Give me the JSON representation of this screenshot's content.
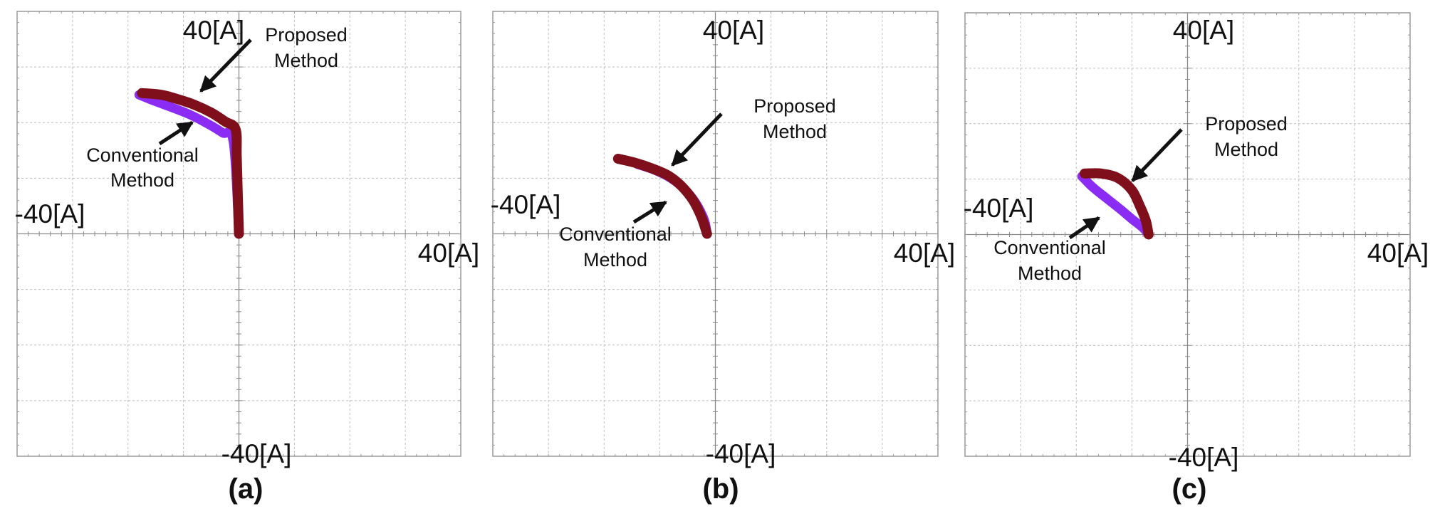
{
  "chart_data": [
    {
      "type": "scatter",
      "panel_label": "(a)",
      "axis_labels": {
        "top": "40[A]",
        "bottom": "-40[A]",
        "left": "-40[A]",
        "right": "40[A]"
      },
      "xlim": [
        -40,
        40
      ],
      "ylim": [
        -40,
        40
      ],
      "grid": true,
      "annotations": [
        {
          "text": [
            "Proposed",
            "Method"
          ],
          "target": "Proposed Method"
        },
        {
          "text": [
            "Conventional",
            "Method"
          ],
          "target": "Conventional Method"
        }
      ],
      "series": [
        {
          "name": "Conventional Method",
          "color": "#8b2cf5",
          "x": [
            -18,
            -15,
            -12,
            -9,
            -6,
            -3,
            -1,
            0
          ],
          "y": [
            25,
            23.8,
            22.7,
            21.5,
            20,
            18.2,
            16.5,
            0
          ]
        },
        {
          "name": "Proposed Method",
          "color": "#7f0f1a",
          "x": [
            -17.5,
            -14,
            -11,
            -8,
            -5,
            -2.5,
            -0.6,
            -0.4,
            -0.2,
            0
          ],
          "y": [
            25.3,
            25,
            24.2,
            23.2,
            21.8,
            20.2,
            18.8,
            14,
            7,
            0
          ]
        }
      ]
    },
    {
      "type": "scatter",
      "panel_label": "(b)",
      "axis_labels": {
        "top": "40[A]",
        "bottom": "-40[A]",
        "left": "-40[A]",
        "right": "40[A]"
      },
      "xlim": [
        -40,
        40
      ],
      "ylim": [
        -40,
        40
      ],
      "grid": true,
      "annotations": [
        {
          "text": [
            "Proposed",
            "Method"
          ],
          "target": "Proposed Method"
        },
        {
          "text": [
            "Conventional",
            "Method"
          ],
          "target": "Conventional Method"
        }
      ],
      "series": [
        {
          "name": "Conventional Method",
          "color": "#8b2cf5",
          "x": [
            -14,
            -11,
            -8,
            -5.5,
            -3.5,
            -2,
            -1.5
          ],
          "y": [
            12.5,
            11.5,
            10,
            8,
            5.5,
            2.5,
            0
          ]
        },
        {
          "name": "Proposed Method",
          "color": "#7f0f1a",
          "x": [
            -17.5,
            -14.5,
            -11.5,
            -8.5,
            -6,
            -4,
            -2.5,
            -1.5
          ],
          "y": [
            13.5,
            12.8,
            11.8,
            10.5,
            8.5,
            6,
            3,
            0
          ]
        }
      ]
    },
    {
      "type": "scatter",
      "panel_label": "(c)",
      "axis_labels": {
        "top": "40[A]",
        "bottom": "-40[A]",
        "left": "-40[A]",
        "right": "40[A]"
      },
      "xlim": [
        -40,
        40
      ],
      "ylim": [
        -40,
        40
      ],
      "grid": true,
      "annotations": [
        {
          "text": [
            "Proposed",
            "Method"
          ],
          "target": "Proposed Method"
        },
        {
          "text": [
            "Conventional",
            "Method"
          ],
          "target": "Conventional Method"
        }
      ],
      "series": [
        {
          "name": "Conventional Method",
          "color": "#8b2cf5",
          "x": [
            -19,
            -17,
            -14.5,
            -12,
            -10,
            -8,
            -7
          ],
          "y": [
            10.5,
            8.5,
            6.5,
            4.5,
            2.8,
            1.2,
            0
          ]
        },
        {
          "name": "Proposed Method",
          "color": "#7f0f1a",
          "x": [
            -18.5,
            -15.5,
            -12.5,
            -10,
            -8.5,
            -7.5,
            -7
          ],
          "y": [
            11,
            11,
            10.2,
            8,
            5,
            2.5,
            0
          ]
        }
      ]
    }
  ]
}
